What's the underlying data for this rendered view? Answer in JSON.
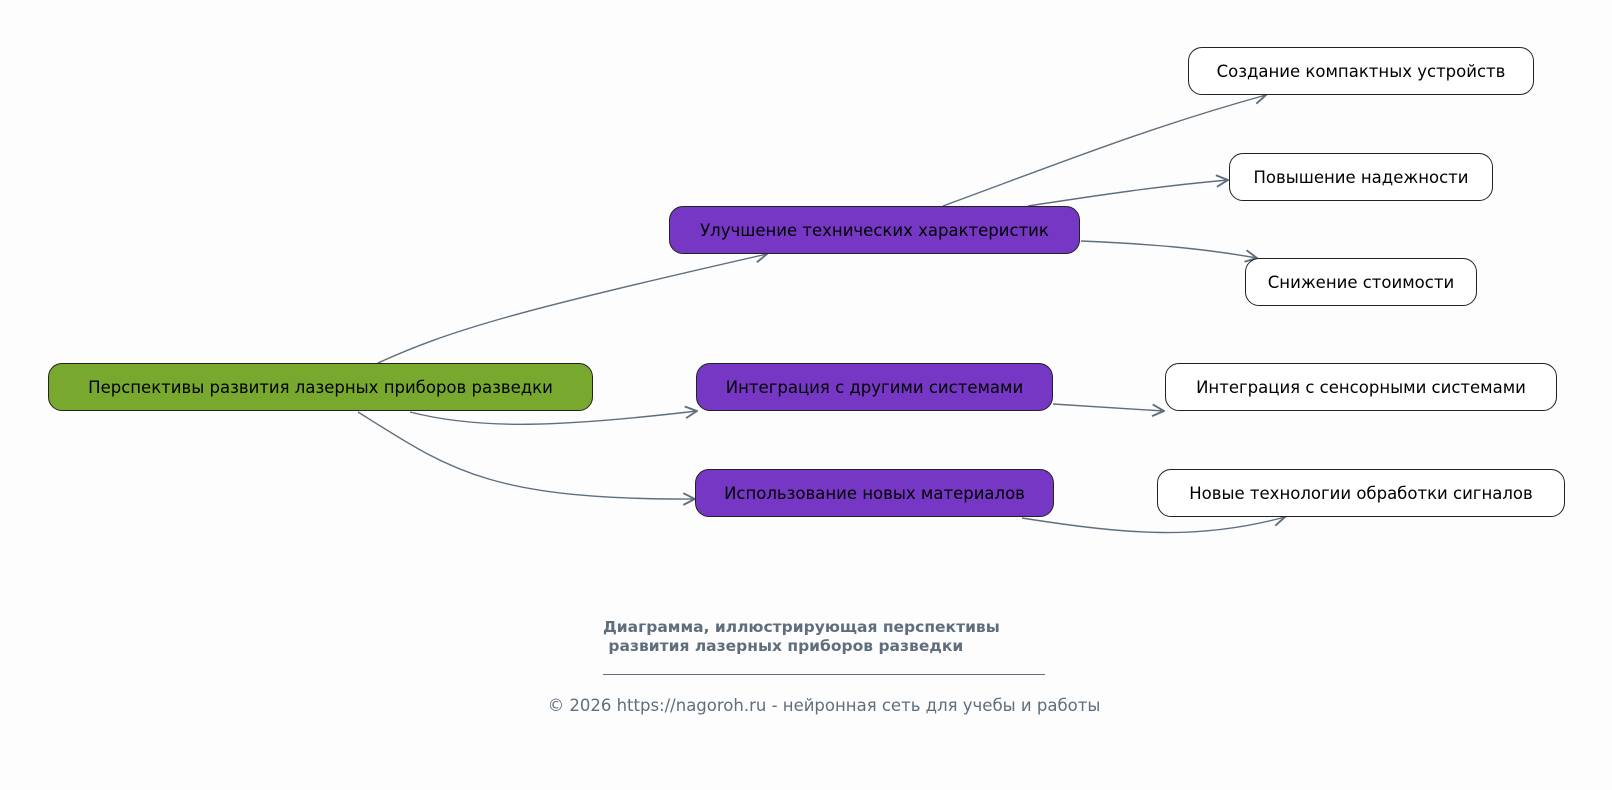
{
  "diagram": {
    "root": {
      "id": "root",
      "label": "Перспективы развития лазерных приборов разведки",
      "color": "#78a92e"
    },
    "branches": [
      {
        "id": "b1",
        "label": "Улучшение технических характеристик",
        "color": "#7537c4"
      },
      {
        "id": "b2",
        "label": "Интеграция с другими системами",
        "color": "#7537c4"
      },
      {
        "id": "b3",
        "label": "Использование новых материалов",
        "color": "#7537c4"
      }
    ],
    "leaves": [
      {
        "id": "l1",
        "label": "Создание компактных устройств",
        "parent": "b1"
      },
      {
        "id": "l2",
        "label": "Повышение надежности",
        "parent": "b1"
      },
      {
        "id": "l3",
        "label": "Снижение стоимости",
        "parent": "b1"
      },
      {
        "id": "l4",
        "label": "Интеграция с сенсорными системами",
        "parent": "b2"
      },
      {
        "id": "l5",
        "label": "Новые технологии обработки сигналов",
        "parent": "b3"
      }
    ],
    "edges": [
      {
        "from": "root",
        "to": "b1"
      },
      {
        "from": "root",
        "to": "b2"
      },
      {
        "from": "root",
        "to": "b3"
      },
      {
        "from": "b1",
        "to": "l1"
      },
      {
        "from": "b1",
        "to": "l2"
      },
      {
        "from": "b1",
        "to": "l3"
      },
      {
        "from": "b2",
        "to": "l4"
      },
      {
        "from": "b3",
        "to": "l5"
      }
    ],
    "edge_color": "#5f6e7d"
  },
  "caption": {
    "line1": "Диаграмма, иллюстрирующая перспективы",
    "line2": " развития лазерных приборов разведки"
  },
  "footer": {
    "text": "© 2026 https://nagoroh.ru - нейронная сеть для учебы и работы"
  }
}
